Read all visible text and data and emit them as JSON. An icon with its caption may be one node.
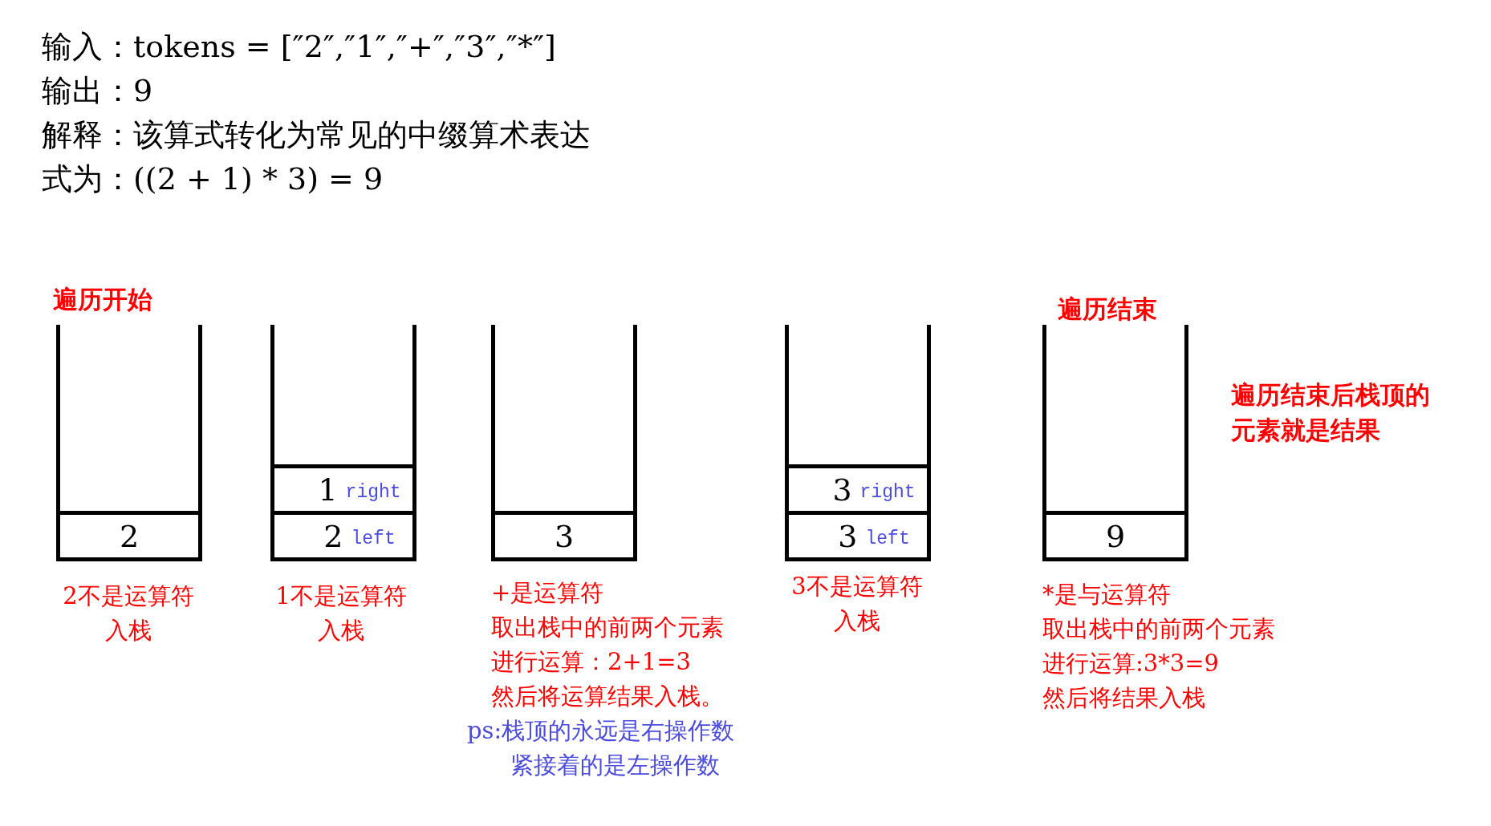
{
  "diagram": {
    "nodes": [
      {
        "text": [],
        "shape": "box",
        "beside": [
          "2不是运算符入栈"
        ]
      },
      {
        "text": [
          "2"
        ],
        "in": 0
      },
      {
        "text": [],
        "shape": "box",
        "beside": [
          "1不是运算符入栈"
        ]
      },
      {
        "text": [
          "2",
          "left"
        ],
        "in": 2
      },
      {
        "text": [
          "1",
          "right"
        ],
        "in": 2
      },
      {
        "text": [],
        "shape": "box",
        "beside": [
          "+是运算符",
          "取出栈中的前两个元素",
          "进行运算：2+1=3",
          "然后将运算结果入栈。",
          "ps:栈顶的永远是右操作数",
          "紧接着的是左操作数"
        ]
      },
      {
        "text": [
          "3"
        ],
        "in": 5
      },
      {
        "text": [],
        "shape": "box",
        "beside": [
          "3不是运算符入栈"
        ]
      },
      {
        "text": [
          "3",
          "left"
        ],
        "in": 7
      },
      {
        "text": [
          "3",
          "right"
        ],
        "in": 7
      },
      {
        "text": [],
        "shape": "box",
        "beside": [
          "*是与运算符",
          "取出栈中的前两个元素",
          "进行运算:3*3=9",
          "然后将结果入栈"
        ]
      },
      {
        "text": [
          "9"
        ],
        "in": 10
      }
    ],
    "labels": [
      "输入：tokens = [″2″,″1″,″+″,″3″,″*″]",
      "输出：9",
      "解释：该算式转化为常见的中缀算术表达",
      "式为：((2 + 1) * 3) = 9",
      "遍历开始",
      "遍历结束",
      "遍历结束后栈顶的元素就是结果"
    ]
  }
}
